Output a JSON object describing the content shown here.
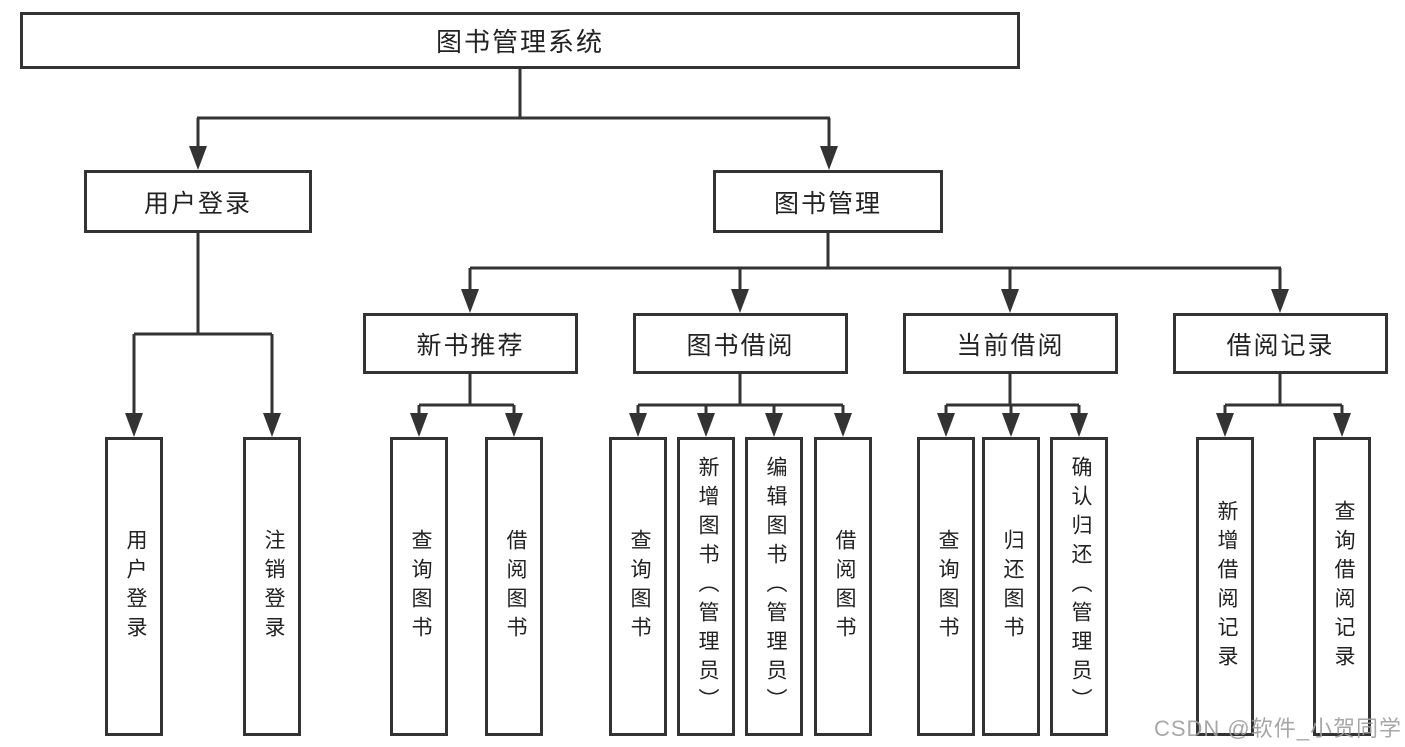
{
  "tree": {
    "label": "图书管理系统",
    "children": [
      {
        "label": "用户登录",
        "children": [
          {
            "label": "用户登录"
          },
          {
            "label": "注销登录"
          }
        ]
      },
      {
        "label": "图书管理",
        "children": [
          {
            "label": "新书推荐",
            "children": [
              {
                "label": "查询图书"
              },
              {
                "label": "借阅图书"
              }
            ]
          },
          {
            "label": "图书借阅",
            "children": [
              {
                "label": "查询图书"
              },
              {
                "label": "新增图书（管理员）"
              },
              {
                "label": "编辑图书（管理员）"
              },
              {
                "label": "借阅图书"
              }
            ]
          },
          {
            "label": "当前借阅",
            "children": [
              {
                "label": "查询图书"
              },
              {
                "label": "归还图书"
              },
              {
                "label": "确认归还（管理员）"
              }
            ]
          },
          {
            "label": "借阅记录",
            "children": [
              {
                "label": "新增借阅记录"
              },
              {
                "label": "查询借阅记录"
              }
            ]
          }
        ]
      }
    ]
  },
  "watermark": {
    "text": "CSDN @软件_小贺同学"
  },
  "colors": {
    "line": "#333333",
    "box_border": "#333333",
    "text": "#222222",
    "watermark": "#9e9e9e",
    "background": "#ffffff"
  }
}
